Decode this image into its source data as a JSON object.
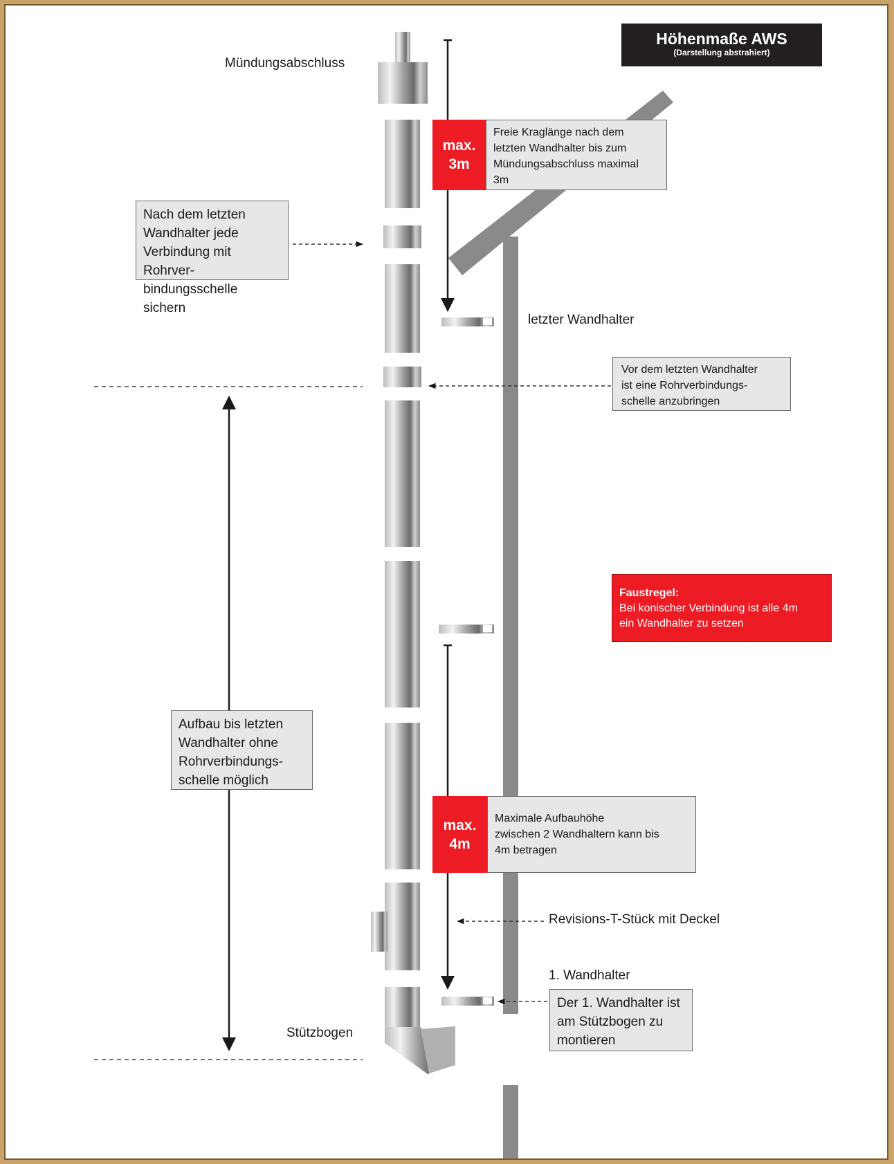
{
  "title": {
    "main": "Höhenmaße AWS",
    "sub": "(Darstellung abstrahiert)"
  },
  "labels": {
    "mundung": "Mündungsabschluss",
    "letzter_wh": "letzter Wandhalter",
    "stutzbogen": "Stützbogen",
    "erster_wh": "1. Wandhalter",
    "revision": "Revisions-T-Stück mit Deckel"
  },
  "boxes": {
    "nach_letzten": [
      "Nach dem letzten",
      "Wandhalter jede",
      "Verbindung mit Rohrver-",
      "bindungsschelle sichern"
    ],
    "vor_letzten": [
      "Vor dem letzten Wandhalter",
      "ist eine Rohrverbindungs-",
      "schelle anzubringen"
    ],
    "aufbau": [
      "Aufbau bis letzten",
      "Wandhalter ohne",
      "Rohrverbindungs-",
      "schelle möglich"
    ],
    "erster": [
      "Der 1. Wandhalter ist",
      "am Stützbogen zu",
      "montieren"
    ]
  },
  "max3": {
    "tag": [
      "max.",
      "3m"
    ],
    "text": [
      "Freie Kraglänge nach dem",
      "letzten Wandhalter bis zum",
      "Mündungsabschluss maximal",
      "3m"
    ]
  },
  "max4": {
    "tag": [
      "max.",
      "4m"
    ],
    "text": [
      "Maximale Aufbauhöhe",
      "zwischen 2 Wandhaltern kann bis",
      "4m betragen"
    ]
  },
  "faustregel": {
    "title": "Faustregel:",
    "text": [
      "Bei konischer Verbindung ist alle 4m",
      "ein Wandhalter zu setzen"
    ]
  },
  "colors": {
    "red": "#ed1c24",
    "title_bg": "#231f20",
    "box_bg": "#e6e7e8",
    "wall": "#8a8a8a",
    "frame": "#c8a46a"
  }
}
